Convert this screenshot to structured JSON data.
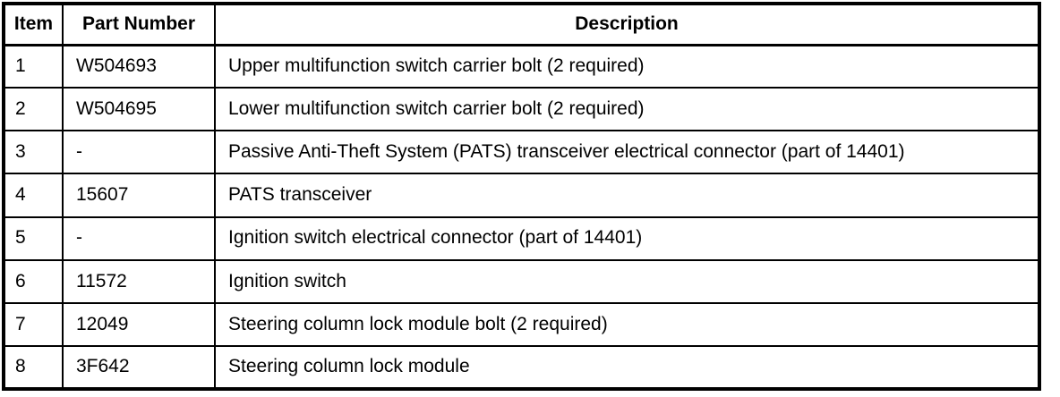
{
  "table": {
    "headers": [
      "Item",
      "Part Number",
      "Description"
    ],
    "rows": [
      {
        "item": "1",
        "part": "W504693",
        "description": "Upper multifunction switch carrier bolt (2 required)"
      },
      {
        "item": "2",
        "part": "W504695",
        "description": "Lower multifunction switch carrier bolt (2 required)"
      },
      {
        "item": "3",
        "part": "-",
        "description": "Passive Anti-Theft System (PATS) transceiver electrical connector (part of 14401)"
      },
      {
        "item": "4",
        "part": "15607",
        "description": "PATS transceiver"
      },
      {
        "item": "5",
        "part": "-",
        "description": "Ignition switch electrical connector (part of 14401)"
      },
      {
        "item": "6",
        "part": "11572",
        "description": "Ignition switch"
      },
      {
        "item": "7",
        "part": "12049",
        "description": "Steering column lock module bolt (2 required)"
      },
      {
        "item": "8",
        "part": "3F642",
        "description": "Steering column lock module"
      }
    ],
    "colors": {
      "border": "#000000",
      "background": "#ffffff",
      "text": "#000000"
    }
  }
}
